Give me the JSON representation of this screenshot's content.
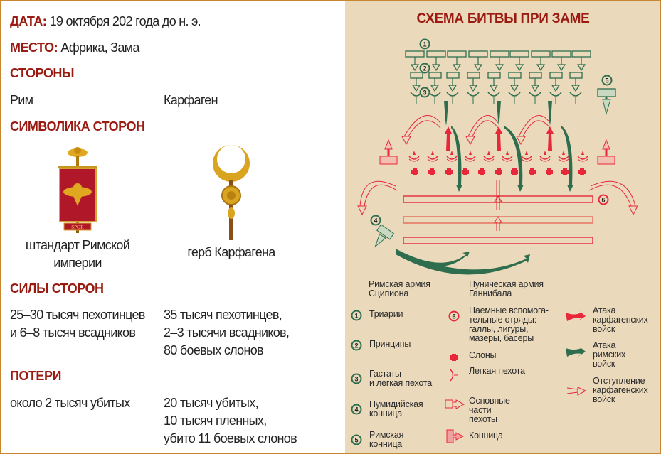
{
  "info": {
    "date_label": "ДАТА:",
    "date_value": "19 октября 202 года до н. э.",
    "place_label": "МЕСТО:",
    "place_value": "Африка, Зама",
    "sides_heading": "СТОРОНЫ",
    "side_rome": "Рим",
    "side_carthage": "Карфаген",
    "symbols_heading": "СИМВОЛИКА СТОРОН",
    "symbol_rome_line1": "штандарт Римской",
    "symbol_rome_line2": "империи",
    "symbol_carthage": "герб Карфагена",
    "standard_inscription": "SPQR",
    "forces_heading": "СИЛЫ СТОРОН",
    "forces_rome": [
      "25–30 тысяч пехотинцев",
      "и 6–8 тысяч всадников"
    ],
    "forces_carthage": [
      "35 тысяч пехотинцев,",
      "2–3 тысячи всадников,",
      "80 боевых слонов"
    ],
    "losses_heading": "ПОТЕРИ",
    "losses_rome": [
      "около 2 тысяч убитых"
    ],
    "losses_carthage": [
      "20 тысяч убитых,",
      "10 тысяч пленных,",
      "убито 11 боевых слонов"
    ]
  },
  "diagram": {
    "title": "СХЕМА БИТВЫ ПРИ ЗАМЕ",
    "markers": [
      "1",
      "2",
      "3",
      "4",
      "5",
      "6"
    ],
    "colors": {
      "roman": "#2e6e4e",
      "punic": "#e8283a",
      "bg": "#ead9bb",
      "heading": "#9b1b12"
    }
  },
  "legend": {
    "roman_header": [
      "Римская армия",
      "Сципиона"
    ],
    "roman_items": [
      {
        "num": "1",
        "lines": [
          "Триарии"
        ]
      },
      {
        "num": "2",
        "lines": [
          "Принципы"
        ]
      },
      {
        "num": "3",
        "lines": [
          "Гастаты",
          "и легкая пехота"
        ]
      },
      {
        "num": "4",
        "lines": [
          "Нумидийская",
          "конница"
        ]
      },
      {
        "num": "5",
        "lines": [
          "Римская",
          "конница"
        ]
      }
    ],
    "punic_header": [
      "Пуническая армия",
      "Ганнибала"
    ],
    "punic_items": [
      {
        "icon": "circle-6",
        "lines": [
          "Наемные вспомога-",
          "тельные отряды:",
          "галлы, лигуры,",
          "мазеры, басеры"
        ]
      },
      {
        "icon": "elephant",
        "lines": [
          "Слоны"
        ]
      },
      {
        "icon": "light-infantry",
        "lines": [
          "Легкая пехота"
        ]
      },
      {
        "icon": "main-infantry",
        "lines": [
          "Основные",
          "части",
          "пехоты"
        ]
      },
      {
        "icon": "cavalry",
        "lines": [
          "Конница"
        ]
      }
    ],
    "arrows": [
      {
        "icon": "red-solid-arrow",
        "lines": [
          "Атака",
          "карфагенских",
          "войск"
        ]
      },
      {
        "icon": "green-solid-arrow",
        "lines": [
          "Атака",
          "римских",
          "войск"
        ]
      },
      {
        "icon": "red-outline-arrow",
        "lines": [
          "Отступление",
          "карфагенских",
          "войск"
        ]
      }
    ]
  }
}
